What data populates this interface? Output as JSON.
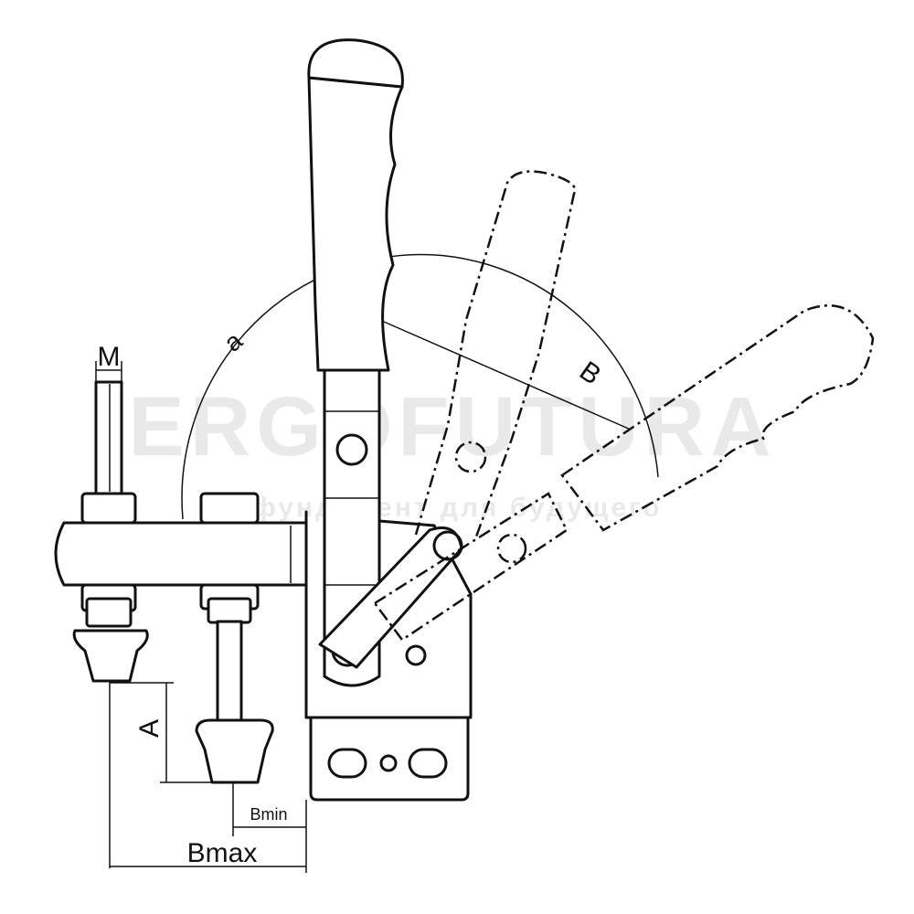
{
  "labels": {
    "m": "M",
    "a_angle": "a",
    "b_arc": "B",
    "a_dim": "A",
    "bmin": "Bmin",
    "bmax": "Bmax"
  },
  "watermark": {
    "main": "ERGOFUTURA",
    "sub": "фундамент для будущего"
  },
  "colors": {
    "ink": "#111111",
    "watermark": "#e9e9e9",
    "background": "#ffffff"
  }
}
